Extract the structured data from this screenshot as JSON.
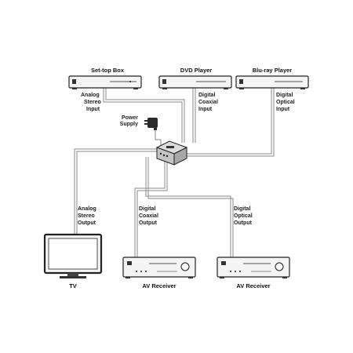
{
  "devices": {
    "settop": {
      "title": "Set-top Box",
      "port": [
        "Analog",
        "Stereo",
        "Input"
      ]
    },
    "dvd": {
      "title": "DVD Player",
      "port": [
        "Digital",
        "Coaxial",
        "Input"
      ]
    },
    "bluray": {
      "title": "Blu-ray Player",
      "port": [
        "Digital",
        "Optical",
        "Input"
      ]
    },
    "tv": {
      "title": "TV",
      "port": [
        "Analog",
        "Stereo",
        "Output"
      ]
    },
    "av1": {
      "title": "AV Receiver",
      "port": [
        "Digital",
        "Coaxial",
        "Output"
      ]
    },
    "av2": {
      "title": "AV Receiver",
      "port": [
        "Digital",
        "Optical",
        "Output"
      ]
    }
  },
  "power": {
    "label": [
      "Power",
      "Supply"
    ]
  },
  "colors": {
    "cable": "#8a8a8a",
    "outline": "#222222"
  },
  "icons": [
    "set-top-box-icon",
    "dvd-player-icon",
    "blu-ray-player-icon",
    "power-adapter-icon",
    "switcher-unit-icon",
    "tv-icon",
    "av-receiver-icon"
  ]
}
